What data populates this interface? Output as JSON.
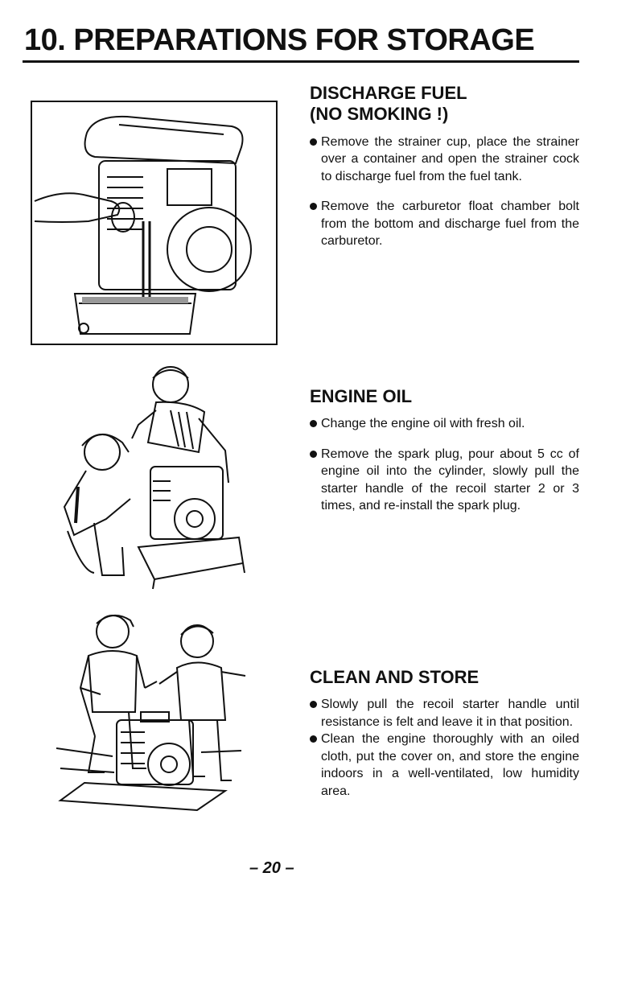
{
  "page": {
    "title": "10. PREPARATIONS FOR STORAGE",
    "number": "– 20 –"
  },
  "sections": {
    "discharge_fuel": {
      "heading_line1": "DISCHARGE FUEL",
      "heading_line2": "(NO SMOKING !)",
      "bullets": [
        "Remove the strainer cup, place the strainer over a container and open the strainer cock to discharge fuel from the fuel tank.",
        "Remove the carburetor float chamber bolt from the bottom and discharge fuel from the carburetor."
      ]
    },
    "engine_oil": {
      "heading": "ENGINE OIL",
      "bullets": [
        "Change the engine oil with fresh oil.",
        "Remove the spark plug, pour about 5 cc of engine oil into the cylinder, slowly pull the starter handle of the recoil starter 2 or 3 times, and re-install the spark plug."
      ]
    },
    "clean_and_store": {
      "heading": "CLEAN AND STORE",
      "bullets": [
        "Slowly pull the recoil starter handle until resistance is felt and leave it in that position.",
        "Clean the engine thoroughly with an oiled cloth, put the cover on, and store the engine indoors in a well-ventilated, low humidity area."
      ]
    }
  },
  "illustrations": {
    "fuel_drain": "engine-draining-fuel-illustration",
    "oil_change": "mechanics-servicing-engine-illustration",
    "storage": "mechanics-storing-engine-illustration"
  }
}
